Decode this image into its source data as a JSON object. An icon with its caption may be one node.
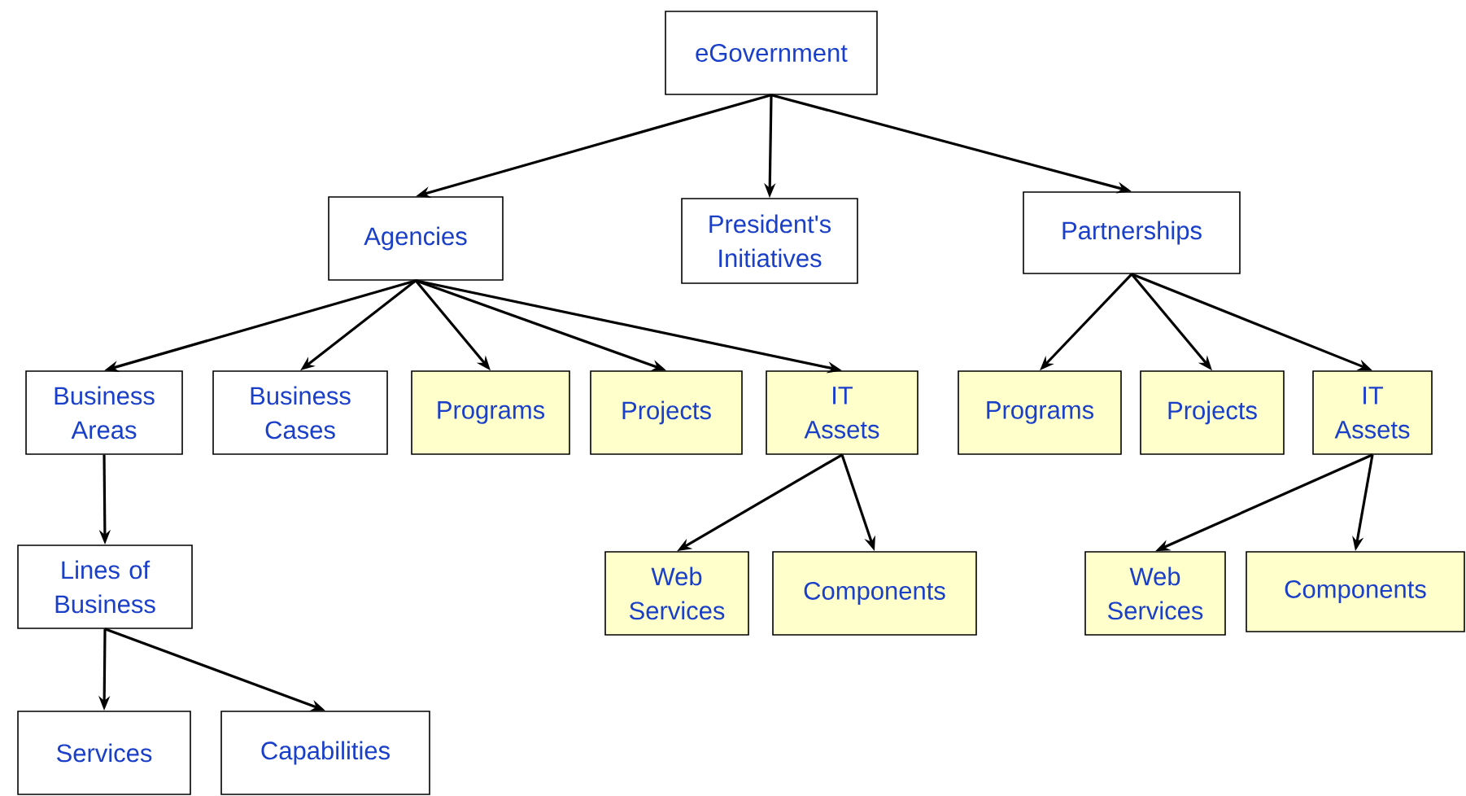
{
  "diagram": {
    "nodes": [
      {
        "text": [
          "eGovernment"
        ]
      },
      {
        "text": [
          "Agencies"
        ]
      },
      {
        "text": [
          "President's Initiatives"
        ]
      },
      {
        "text": [
          "Partnerships"
        ]
      },
      {
        "text": [
          "Business Areas"
        ]
      },
      {
        "text": [
          "Business Cases"
        ]
      },
      {
        "text": [
          "Programs"
        ]
      },
      {
        "text": [
          "Projects"
        ]
      },
      {
        "text": [
          "IT Assets"
        ]
      },
      {
        "text": [
          "Programs"
        ]
      },
      {
        "text": [
          "Projects"
        ]
      },
      {
        "text": [
          "IT Assets"
        ]
      },
      {
        "text": [
          "Lines of Business"
        ]
      },
      {
        "text": [
          "Web Services"
        ]
      },
      {
        "text": [
          "Components"
        ]
      },
      {
        "text": [
          "Web Services"
        ]
      },
      {
        "text": [
          "Components"
        ]
      },
      {
        "text": [
          "Services"
        ]
      },
      {
        "text": [
          "Capabilities"
        ]
      }
    ],
    "edges": [
      {
        "from": 0,
        "to": 1,
        "arrow": "to"
      },
      {
        "from": 0,
        "to": 2,
        "arrow": "to"
      },
      {
        "from": 0,
        "to": 3,
        "arrow": "to"
      },
      {
        "from": 1,
        "to": 4,
        "arrow": "to"
      },
      {
        "from": 1,
        "to": 5,
        "arrow": "to"
      },
      {
        "from": 1,
        "to": 6,
        "arrow": "to"
      },
      {
        "from": 1,
        "to": 7,
        "arrow": "to"
      },
      {
        "from": 1,
        "to": 8,
        "arrow": "to"
      },
      {
        "from": 3,
        "to": 9,
        "arrow": "to"
      },
      {
        "from": 3,
        "to": 10,
        "arrow": "to"
      },
      {
        "from": 3,
        "to": 11,
        "arrow": "to"
      },
      {
        "from": 4,
        "to": 12,
        "arrow": "to"
      },
      {
        "from": 8,
        "to": 13,
        "arrow": "to"
      },
      {
        "from": 8,
        "to": 14,
        "arrow": "to"
      },
      {
        "from": 11,
        "to": 15,
        "arrow": "to"
      },
      {
        "from": 11,
        "to": 16,
        "arrow": "to"
      },
      {
        "from": 12,
        "to": 17,
        "arrow": "to"
      },
      {
        "from": 12,
        "to": 18,
        "arrow": "to"
      }
    ]
  }
}
